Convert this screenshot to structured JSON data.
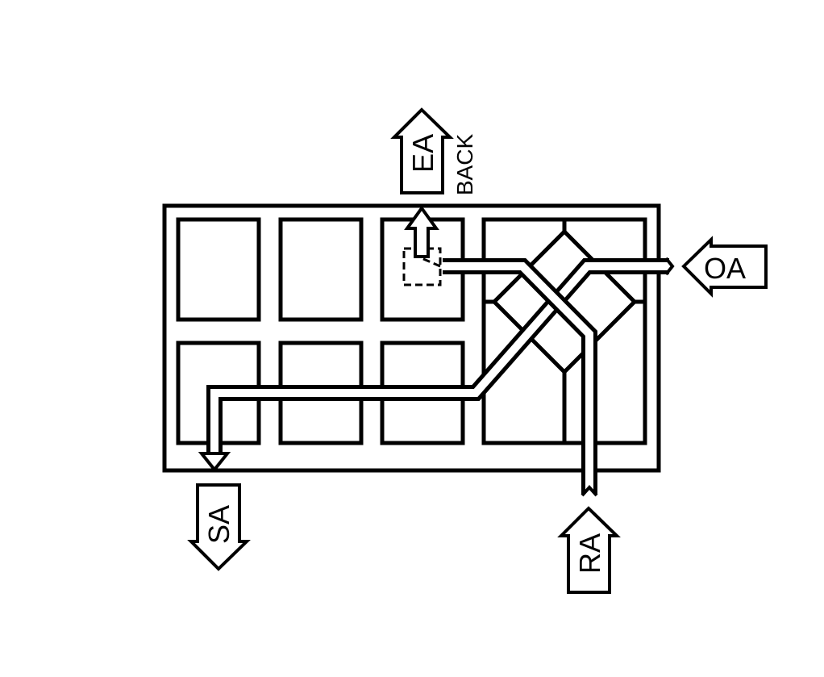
{
  "diagram": {
    "labels": {
      "exhaust": "EA",
      "back": "BACK",
      "outdoor": "OA",
      "supply": "SA",
      "return": "RA"
    },
    "colors": {
      "stroke": "#000000",
      "background": "#ffffff"
    }
  }
}
